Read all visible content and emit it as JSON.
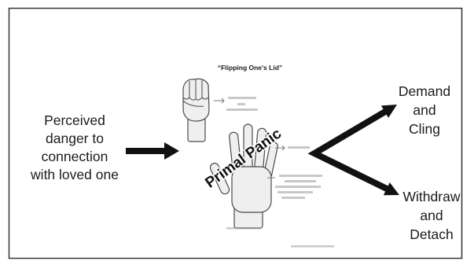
{
  "slide": {
    "cause_lines": [
      "Perceived",
      "danger to",
      "connection",
      "with loved one"
    ],
    "hands_title": "“Flipping One's Lid”",
    "state_label": "Primal Panic",
    "outcome_demand_lines": [
      "Demand",
      "and",
      "Cling"
    ],
    "outcome_withdraw_lines": [
      "Withdraw",
      "and",
      "Detach"
    ]
  },
  "icons": {
    "fist": "closed-fist-hand-icon",
    "open_hand": "open-hand-icon"
  },
  "colors": {
    "text": "#1a1a1a",
    "arrow": "#111111",
    "frame": "#333333",
    "hand_fill": "#efefef",
    "hand_stroke": "#4a4a4a"
  }
}
